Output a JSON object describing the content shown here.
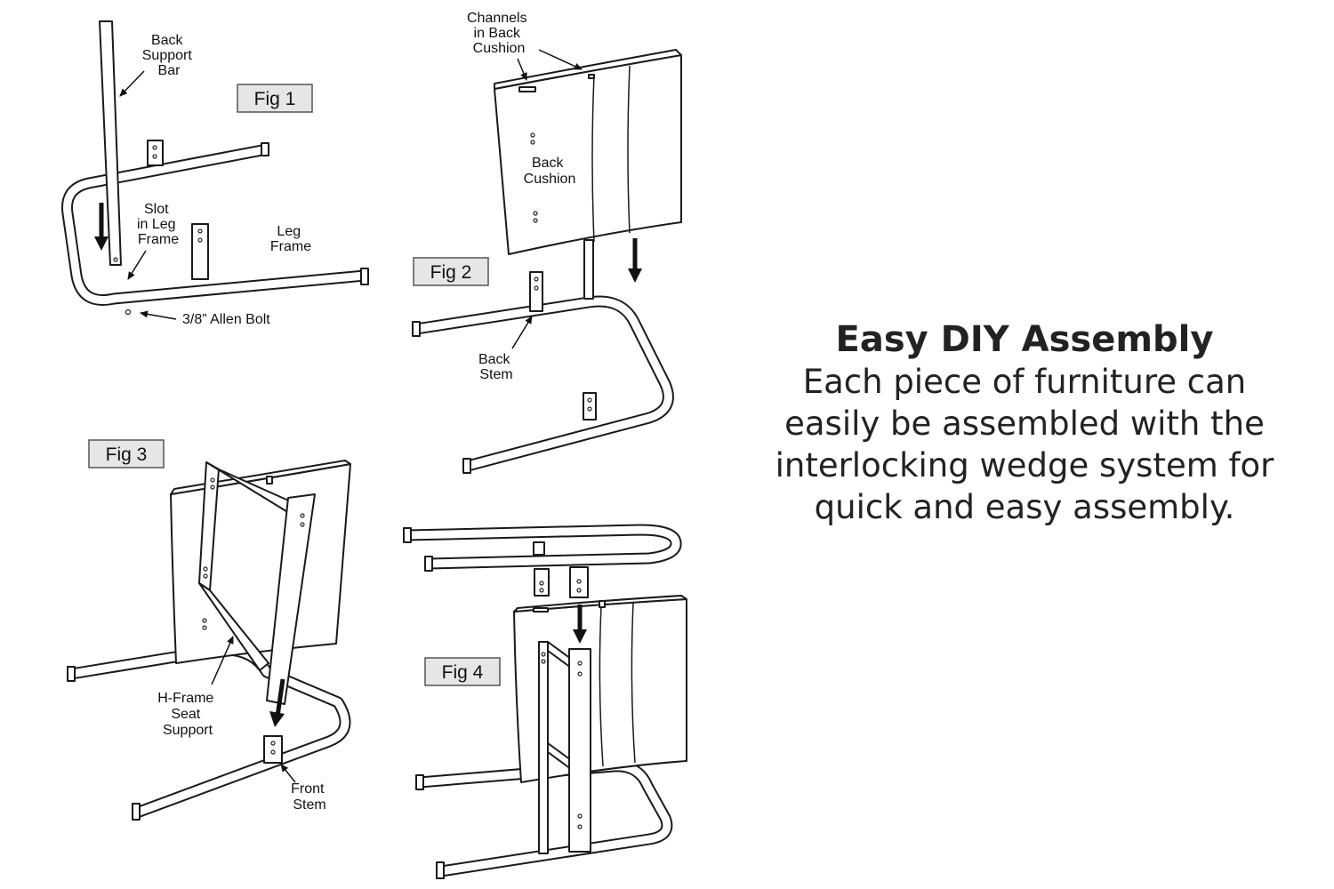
{
  "labels": {
    "back_support_bar": [
      "Back",
      "Support",
      "Bar"
    ],
    "slot_in_leg_frame": [
      "Slot",
      "in Leg",
      "Frame"
    ],
    "leg_frame": [
      "Leg",
      "Frame"
    ],
    "allen_bolt": "3/8” Allen Bolt",
    "channels_in_back_cushion": [
      "Channels",
      "in Back",
      "Cushion"
    ],
    "back_cushion": [
      "Back",
      "Cushion"
    ],
    "back_stem": [
      "Back",
      "Stem"
    ],
    "h_frame_seat_support": [
      "H-Frame",
      "Seat",
      "Support"
    ],
    "front_stem": [
      "Front",
      "Stem"
    ]
  },
  "figures": {
    "fig1": "Fig 1",
    "fig2": "Fig 2",
    "fig3": "Fig 3",
    "fig4": "Fig 4"
  },
  "info": {
    "heading": "Easy DIY Assembly",
    "body": "Each piece of furniture can easily be assembled with the interlocking wedge system for quick and easy assembly."
  }
}
